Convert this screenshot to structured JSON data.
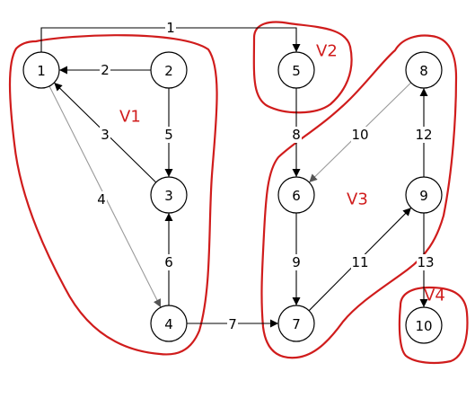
{
  "colors": {
    "annotation": "#d01c1c",
    "edge": "#000000",
    "edge_light": "#9a9a9a",
    "node_fill": "#ffffff"
  },
  "nodes": [
    {
      "id": "1",
      "label": "1"
    },
    {
      "id": "2",
      "label": "2"
    },
    {
      "id": "3",
      "label": "3"
    },
    {
      "id": "4",
      "label": "4"
    },
    {
      "id": "5",
      "label": "5"
    },
    {
      "id": "6",
      "label": "6"
    },
    {
      "id": "7",
      "label": "7"
    },
    {
      "id": "8",
      "label": "8"
    },
    {
      "id": "9",
      "label": "9"
    },
    {
      "id": "10",
      "label": "10"
    }
  ],
  "edges": [
    {
      "from": "1",
      "to": "5",
      "label": "1"
    },
    {
      "from": "2",
      "to": "1",
      "label": "2"
    },
    {
      "from": "3",
      "to": "1",
      "label": "3"
    },
    {
      "from": "1",
      "to": "4",
      "label": "4",
      "style": "light"
    },
    {
      "from": "2",
      "to": "3",
      "label": "5"
    },
    {
      "from": "4",
      "to": "3",
      "label": "6"
    },
    {
      "from": "4",
      "to": "7",
      "label": "7"
    },
    {
      "from": "5",
      "to": "6",
      "label": "8"
    },
    {
      "from": "6",
      "to": "7",
      "label": "9"
    },
    {
      "from": "8",
      "to": "6",
      "label": "10",
      "style": "light"
    },
    {
      "from": "7",
      "to": "9",
      "label": "11"
    },
    {
      "from": "9",
      "to": "8",
      "label": "12"
    },
    {
      "from": "9",
      "to": "10",
      "label": "13"
    }
  ],
  "regions": [
    {
      "id": "V1",
      "label": "V1"
    },
    {
      "id": "V2",
      "label": "V2"
    },
    {
      "id": "V3",
      "label": "V3"
    },
    {
      "id": "V4",
      "label": "V4"
    }
  ]
}
